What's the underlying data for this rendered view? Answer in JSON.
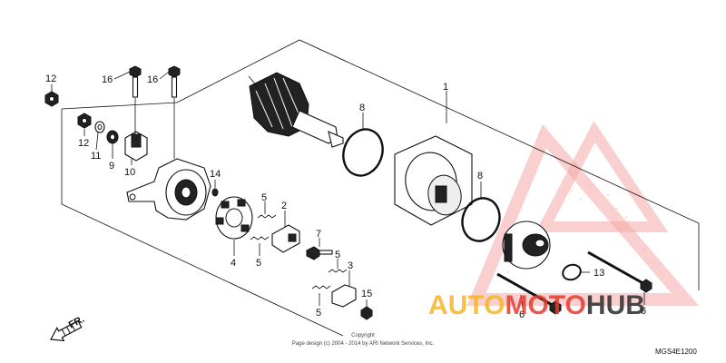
{
  "diagram": {
    "callouts": {
      "c1": "1",
      "c2": "2",
      "c3": "3",
      "c4": "4",
      "c5a": "5",
      "c5b": "5",
      "c5c": "5",
      "c5d": "5",
      "c6a": "6",
      "c6b": "6",
      "c7": "7",
      "c8a": "8",
      "c8b": "8",
      "c9": "9",
      "c10": "10",
      "c11": "11",
      "c12a": "12",
      "c12b": "12",
      "c13": "13",
      "c14": "14",
      "c15": "15",
      "c16a": "16",
      "c16b": "16"
    },
    "direction_label": "FR.",
    "copyright_line1": "Copyright",
    "copyright_line2": "Page design (c) 2004 - 2014 by ARI Network Services, Inc.",
    "diagram_code": "MGS4E1200",
    "watermark": {
      "text_part1": "AUTO",
      "text_part2": "MOTO",
      "text_part3": "HUB",
      "color_orange": "#f5b52a",
      "color_red": "#e53b2e",
      "color_dark": "#2b2b2b"
    }
  }
}
